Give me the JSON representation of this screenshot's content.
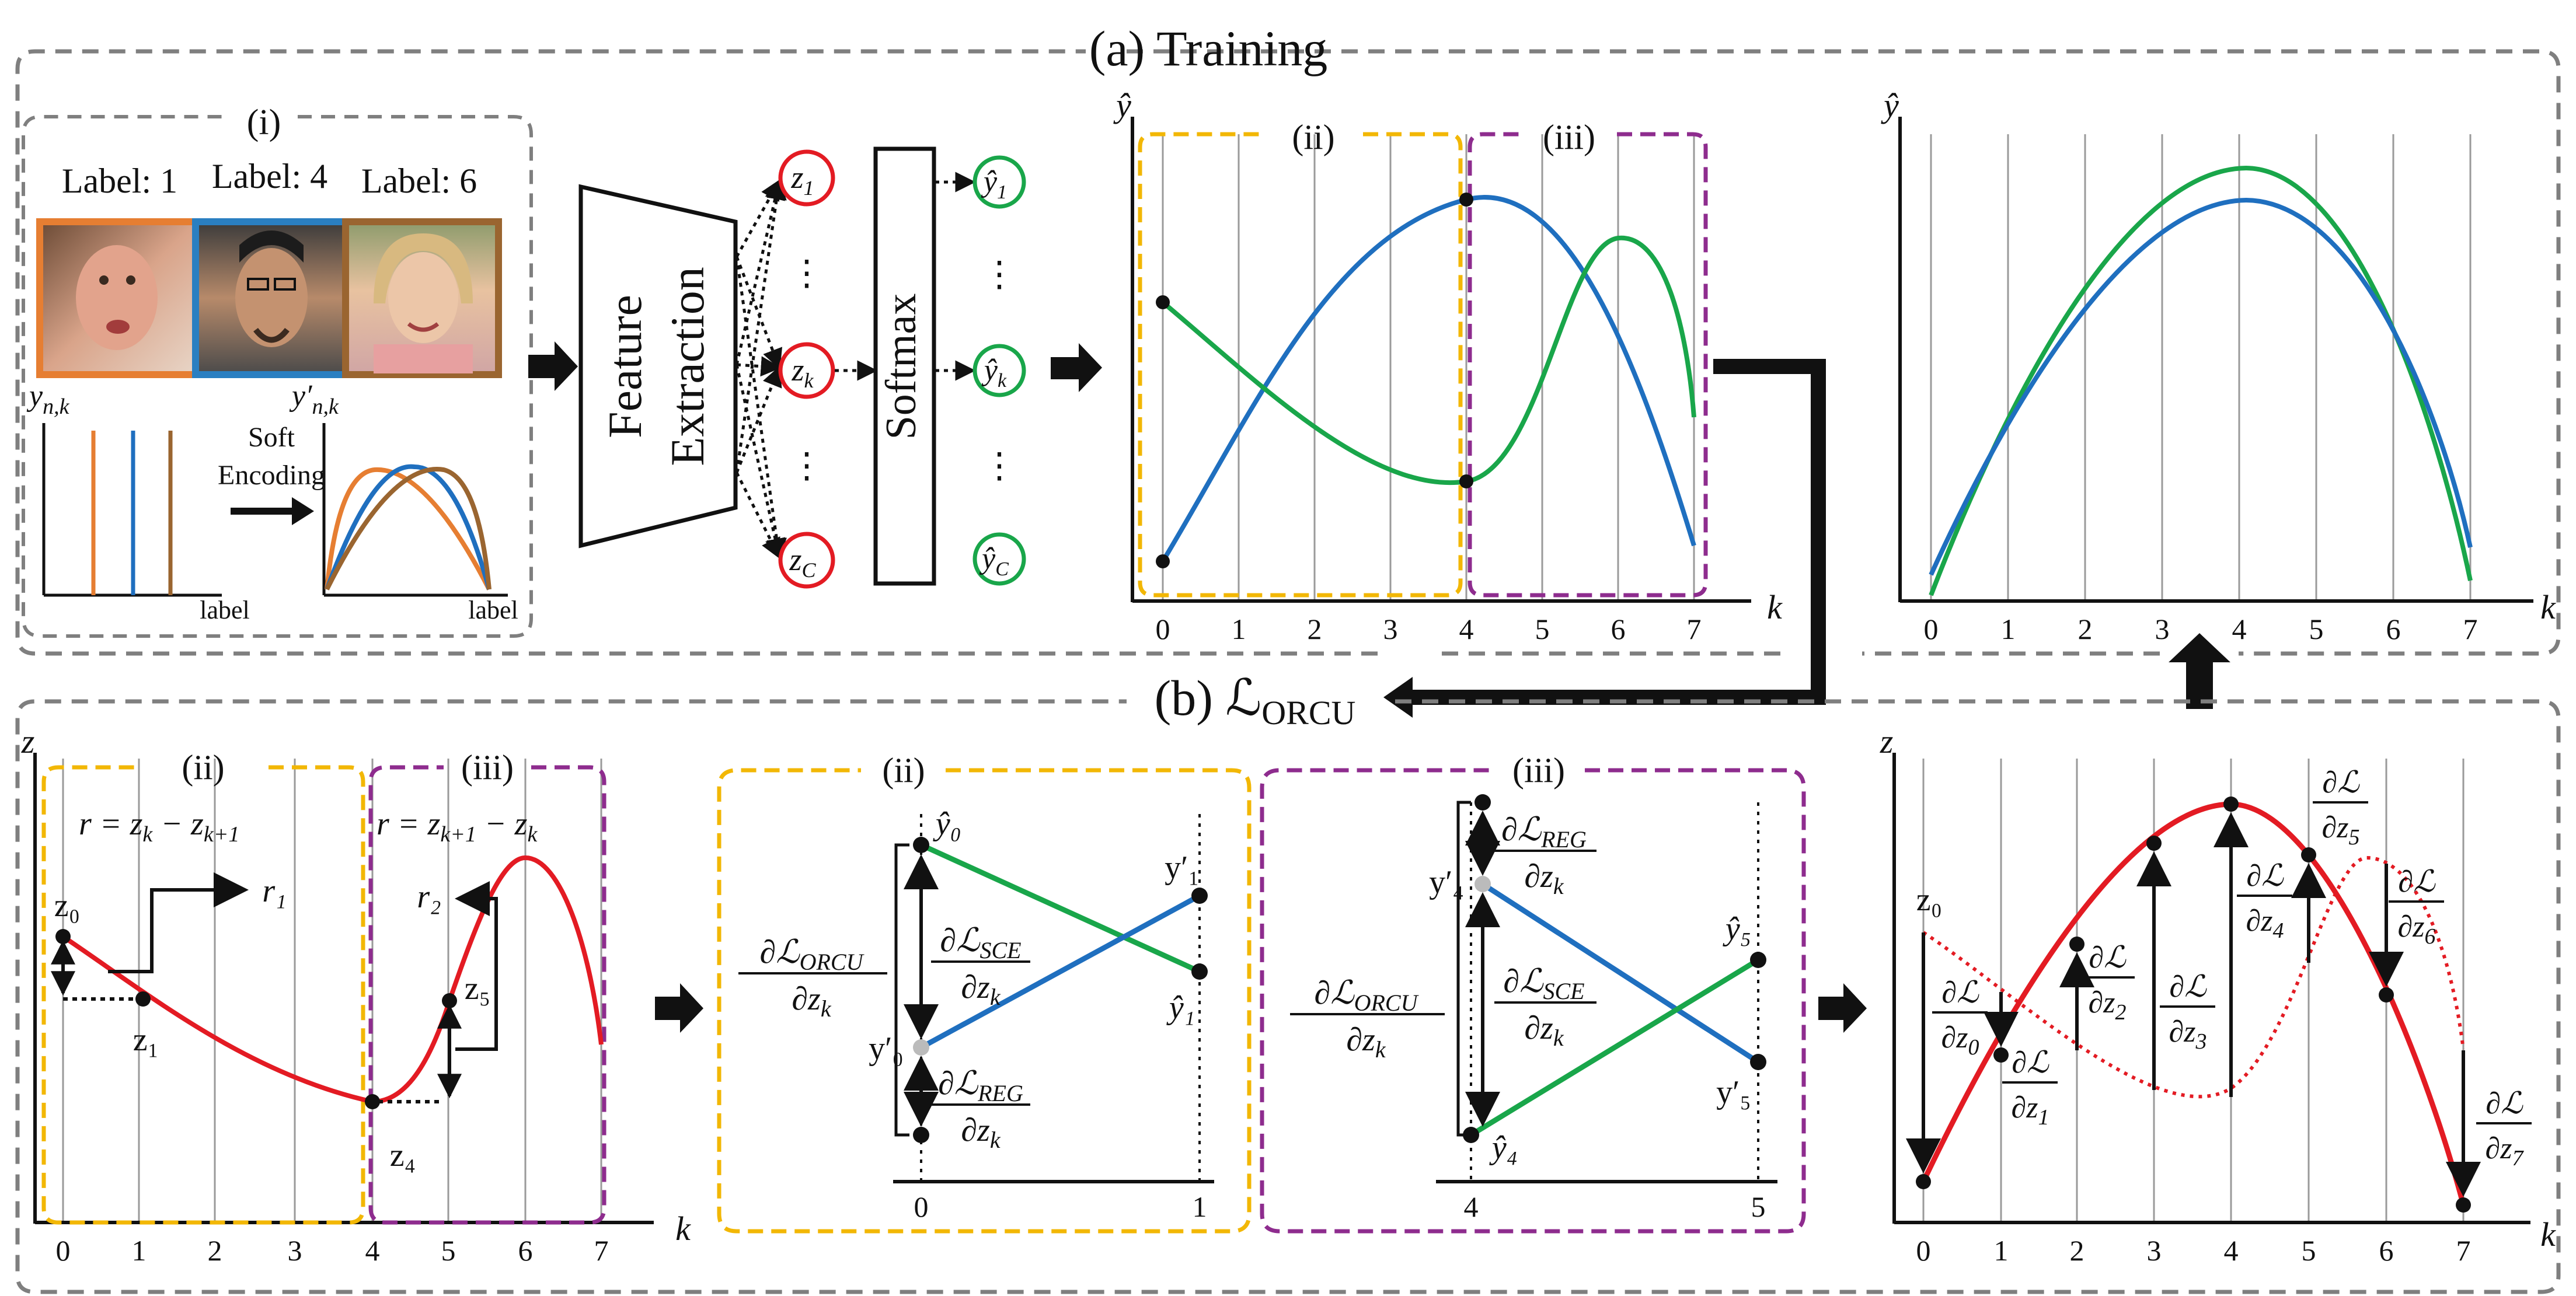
{
  "training": {
    "title": "(a) Training",
    "panel_i": {
      "label": "(i)",
      "faces": [
        {
          "caption": "Label: 1",
          "border_color": "#e67e32"
        },
        {
          "caption": "Label: 4",
          "border_color": "#2a7fc1"
        },
        {
          "caption": "Label: 6",
          "border_color": "#9a6530"
        }
      ],
      "y_hard": "y",
      "y_hard_sub": "n,k",
      "y_soft": "y′",
      "y_soft_sub": "n,k",
      "soft_encoding_line1": "Soft",
      "soft_encoding_line2": "Encoding",
      "axis_label": "label"
    },
    "feature_extraction_line1": "Feature",
    "feature_extraction_line2": "Extraction",
    "softmax": "Softmax",
    "nodes_z": [
      "z",
      "z",
      "z"
    ],
    "nodes_z_sub": [
      "1",
      "k",
      "C"
    ],
    "nodes_y": [
      "ŷ",
      "ŷ",
      "ŷ"
    ],
    "nodes_y_sub": [
      "1",
      "k",
      "C"
    ],
    "dots": "⋮",
    "chart1": {
      "ylabel": "ŷ",
      "xlabel": "k",
      "ticks": [
        "0",
        "1",
        "2",
        "3",
        "4",
        "5",
        "6",
        "7"
      ],
      "region_ii": "(ii)",
      "region_iii": "(iii)"
    },
    "chart2": {
      "ylabel": "ŷ",
      "xlabel": "k",
      "ticks": [
        "0",
        "1",
        "2",
        "3",
        "4",
        "5",
        "6",
        "7"
      ]
    }
  },
  "orcu": {
    "title": "(b) ℒ",
    "title_sub": "ORCU",
    "left": {
      "ylabel": "z",
      "xlabel": "k",
      "ticks": [
        "0",
        "1",
        "2",
        "3",
        "4",
        "5",
        "6",
        "7"
      ],
      "region_ii": "(ii)",
      "region_iii": "(iii)",
      "r_ii": "r = z",
      "r_iii": "r = z",
      "z0": "z₀",
      "z1": "z₁",
      "z4": "z₄",
      "z5": "z₅",
      "r1": "r₁",
      "r2": "r₂"
    },
    "mid_ii": {
      "label": "(ii)",
      "yhat0": "ŷ₀",
      "yhat1": "ŷ₁",
      "yp0": "y′₀",
      "yp1": "y′₁",
      "d_orcu_num": "∂ℒ",
      "d_orcu_sub": "ORCU",
      "d_den": "∂z",
      "d_sce_num": "∂ℒ",
      "d_sce_sub": "SCE",
      "d_reg_num": "∂ℒ",
      "d_reg_sub": "REG",
      "ticks": [
        "0",
        "1"
      ]
    },
    "mid_iii": {
      "label": "(iii)",
      "yhat4": "ŷ₄",
      "yhat5": "ŷ₅",
      "yp4": "y′₄",
      "yp5": "y′₅",
      "ticks": [
        "4",
        "5"
      ]
    },
    "right": {
      "ylabel": "z",
      "xlabel": "k",
      "z0": "z₀",
      "ticks": [
        "0",
        "1",
        "2",
        "3",
        "4",
        "5",
        "6",
        "7"
      ],
      "grad_num": "∂ℒ",
      "grad_den": "∂z"
    }
  },
  "colors": {
    "orange": "#e67e32",
    "blue": "#1f6fbf",
    "brown": "#9a6530",
    "green": "#19a64a",
    "red": "#e31b23",
    "yellow": "#f2b705",
    "purple": "#8e2c8e",
    "dash_gray": "#7f7f7f"
  }
}
